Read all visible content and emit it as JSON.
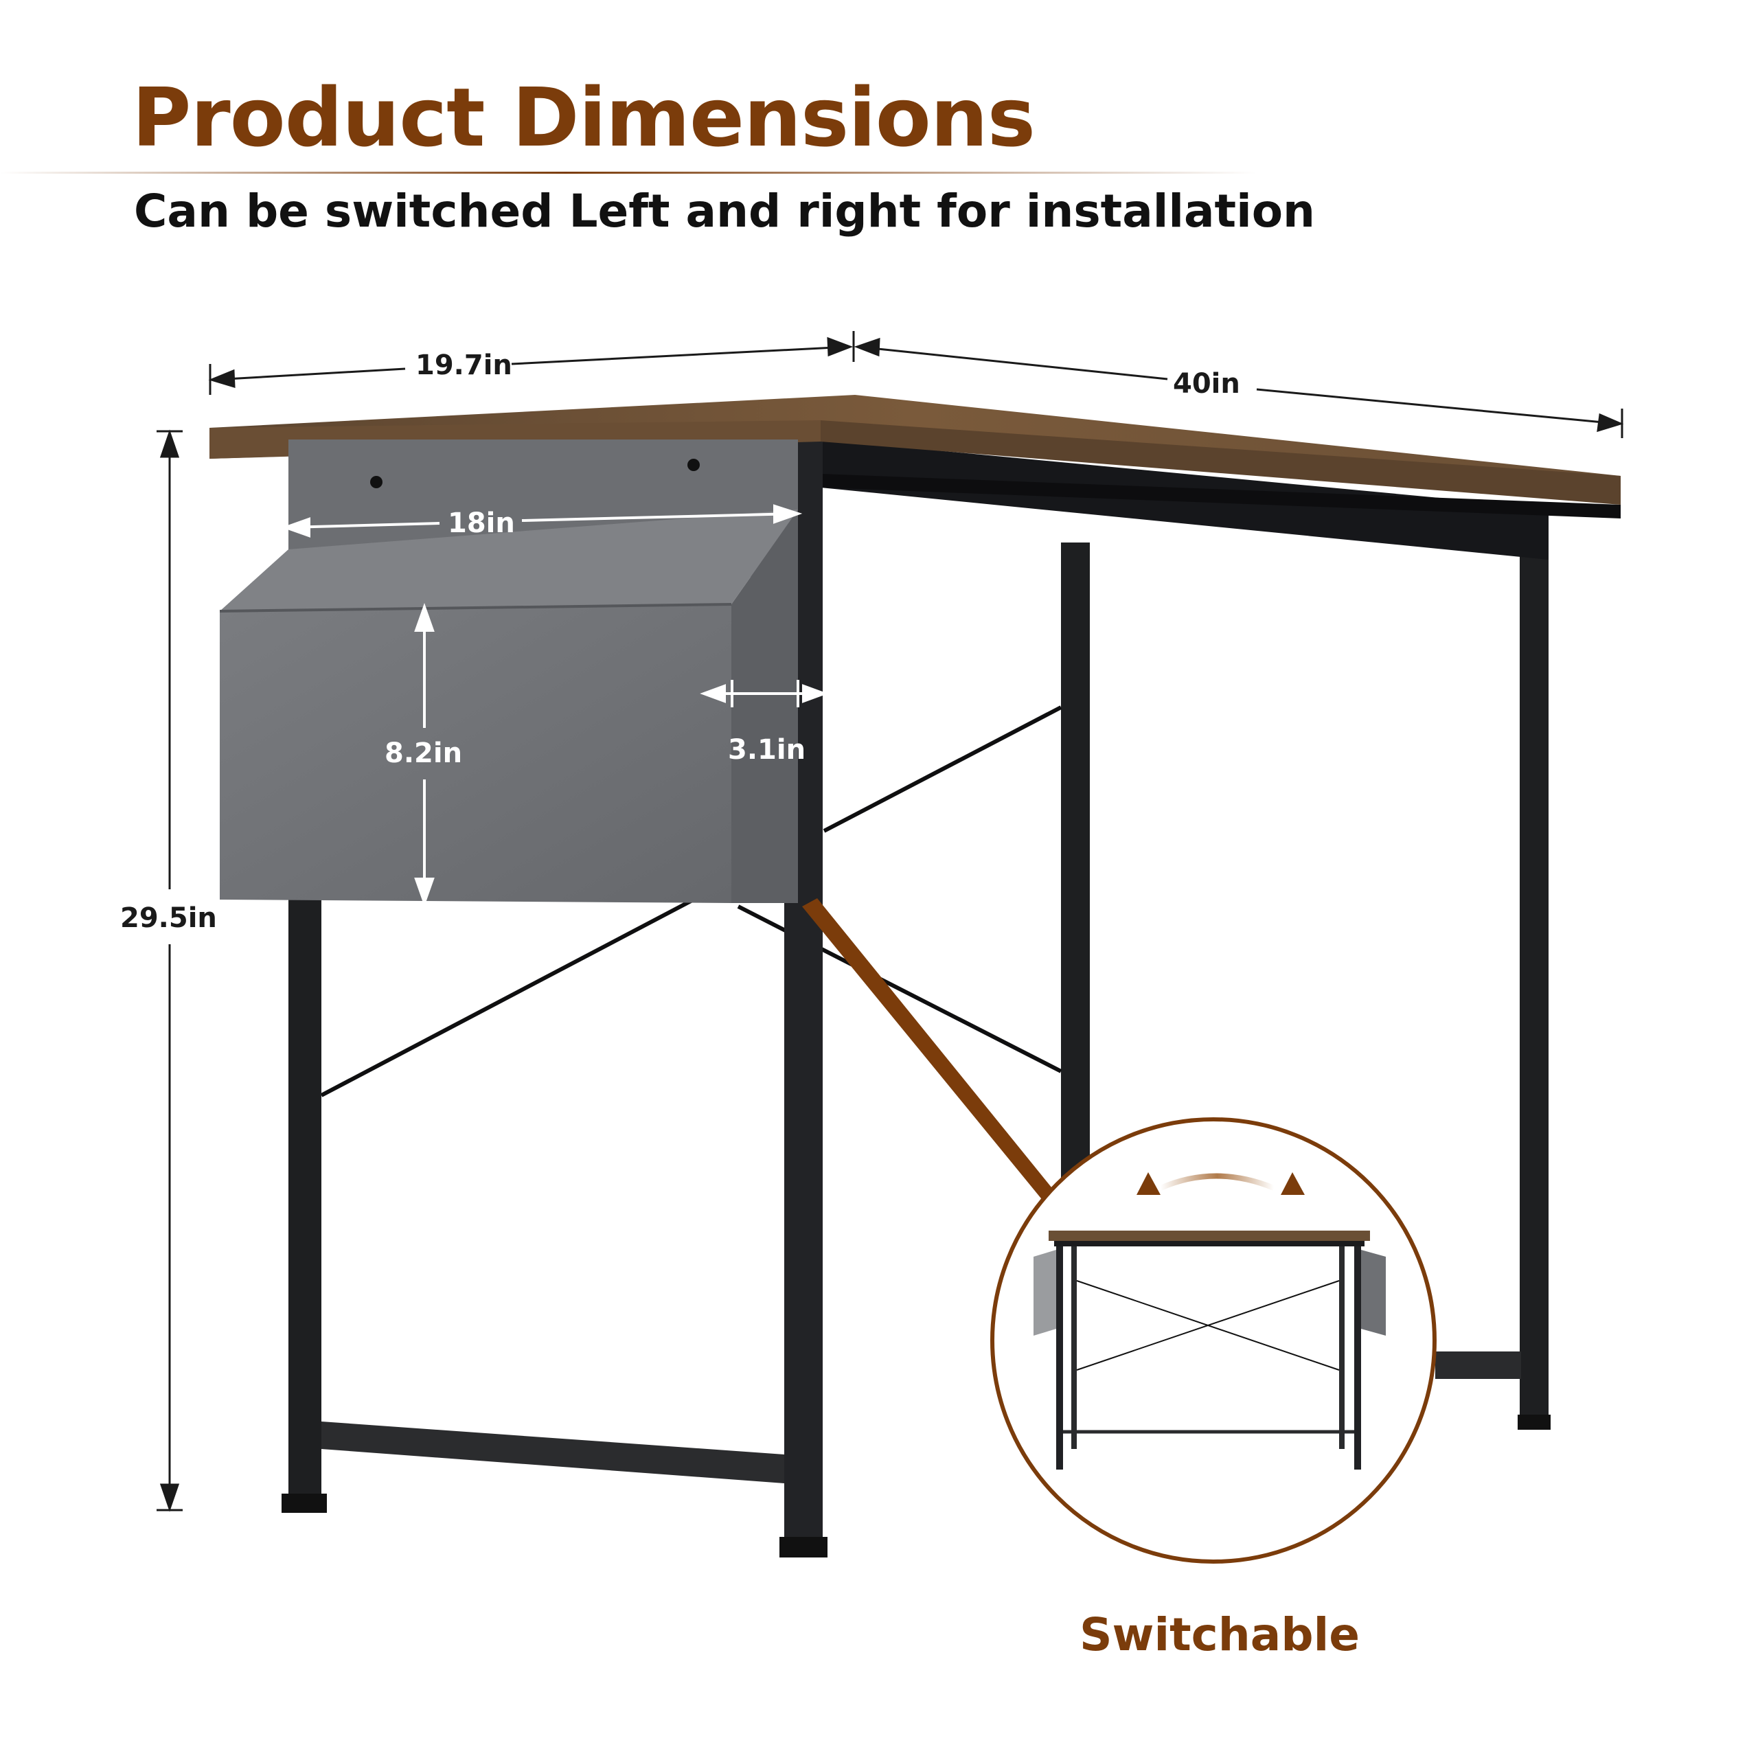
{
  "title": "Product Dimensions",
  "subtitle": "Can be switched Left and right for installation",
  "switch_label": "Switchable",
  "dimensions": {
    "depth": "19.7in",
    "width": "40in",
    "height": "29.5in",
    "bag_width": "18in",
    "bag_height": "8.2in",
    "bag_depth": "3.1in"
  },
  "colors": {
    "accent": "#7b3c0b",
    "wood": "#6b5136",
    "frame": "#1e1f21",
    "fabric": "#707276"
  },
  "icons": {
    "swap_arrows": "curved-double-arrow-icon"
  }
}
